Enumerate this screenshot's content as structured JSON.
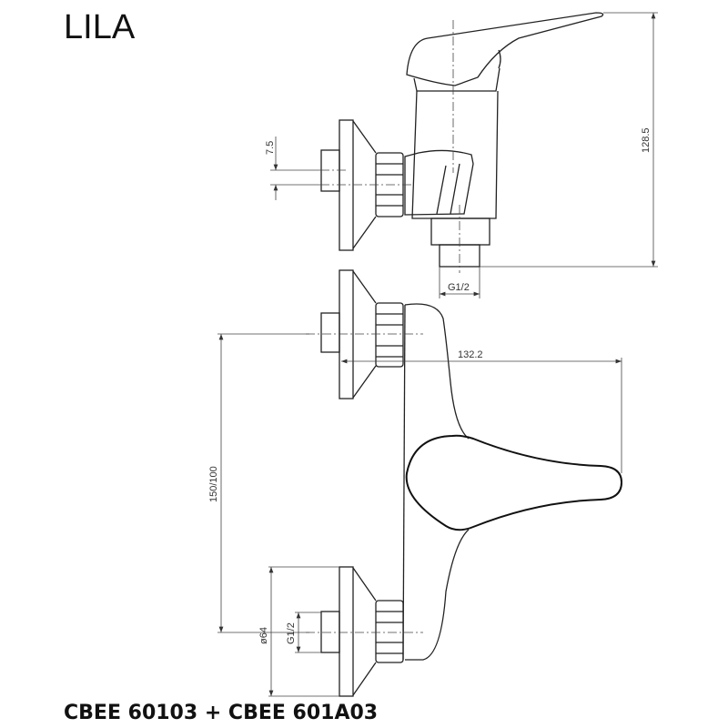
{
  "title": "LILA",
  "product_codes": "CBEE 60103 + CBEE 601A03",
  "dimensions": {
    "total_height": "128.5",
    "inlet_offset": "7.5",
    "outlet_thread": "G1/2",
    "projection": "132.2",
    "inlet_spacing": "150/100",
    "flange_diameter": "ø64",
    "inlet_thread": "G1/2"
  }
}
